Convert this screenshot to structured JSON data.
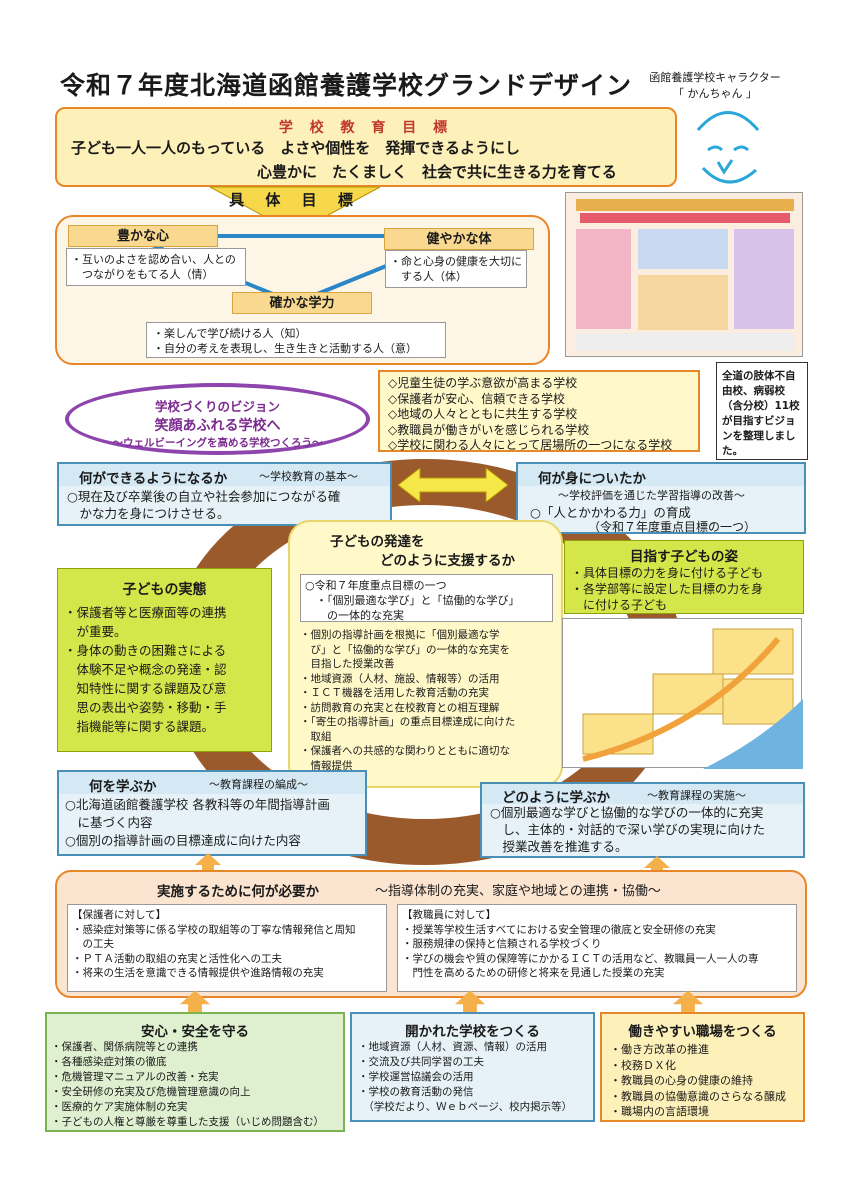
{
  "title": "令和７年度北海道函館養護学校グランドデザイン",
  "character": {
    "line1": "函館養護学校キャラクター",
    "line2": "「 かんちゃん 」"
  },
  "school_goal": {
    "heading": "学 校 教 育 目 標",
    "line1": "子ども一人一人のもっている　よさや個性を　発揮できるようにし",
    "line2": "心豊かに　たくましく　社会で共に生きる力を育てる"
  },
  "concrete_goals": {
    "heading": "具 体 目 標",
    "yutaka": {
      "label": "豊かな心",
      "text": "・互いのよさを認め合い、人との\n　つながりをもてる人（情）"
    },
    "sukoyaka": {
      "label": "健やかな体",
      "text": "・命と心身の健康を大切に\n　する人（体）"
    },
    "tashika": {
      "label": "確かな学力",
      "text": "・楽しんで学び続ける人（知）\n・自分の考えを表現し、生き生きと活動する人（意）"
    }
  },
  "vision": {
    "label": "学校づくりのビジョン",
    "main": "笑顔あふれる学校へ",
    "sub": "～ウェルビーイングを高める学校つくろう～",
    "items": [
      "◇児童生徒の学ぶ意欲が高まる学校",
      "◇保護者が安心、信頼できる学校",
      "◇地域の人々とともに共生する学校",
      "◇教職員が働きがいを感じられる学校",
      "◇学校に関わる人々にとって居場所の一つになる学校"
    ]
  },
  "note": "全道の肢体不自由校、病弱校（含分校）11校が目指すビジョンを整理しました。",
  "what_can_do": {
    "head": "何ができるようになるか",
    "sub": "～学校教育の基本～",
    "body": "○現在及び卒業後の自立や社会参加につながる確\n　かな力を身につけさせる。"
  },
  "what_acquired": {
    "head": "何が身についたか",
    "sub": "～学校評価を通じた学習指導の改善～",
    "body": "○「人とかかわる力」の育成",
    "body2": "（令和７年度重点目標の一つ）"
  },
  "child_reality": {
    "head": "子どもの実態",
    "body": "・保護者等と医療面等の連携\n　が重要。\n・身体の動きの困難さによる\n　体験不足や概念の発達・認\n　知特性に関する課題及び意\n　思の表出や姿勢・移動・手\n　指機能等に関する課題。"
  },
  "support": {
    "head1": "子どもの発達を",
    "head2": "どのように支援するか",
    "priority": "○令和７年度重点目標の一つ\n　・「個別最適な学び」と「協働的な学び」\n　　の一体的な充実",
    "body": "・個別の指導計画を根拠に「個別最適な学\n　び」と「協働的な学び」の一体的な充実を\n　目指した授業改善\n・地域資源（人材、施設、情報等）の活用\n・ＩＣＴ機器を活用した教育活動の充実\n・訪問教育の充実と在校教育との相互理解\n・「寄生の指導計画」の重点目標達成に向けた\n　取組\n・保護者への共感的な関わりとともに適切な\n　情報提供"
  },
  "aim_child": {
    "head": "目指す子どもの姿",
    "body": "・具体目標の力を身に付ける子ども\n・各学部等に設定した目標の力を身\n　に付ける子ども"
  },
  "what_learn": {
    "head": "何を学ぶか",
    "sub": "～教育課程の編成～",
    "body": "○北海道函館養護学校 各教科等の年間指導計画\n　に基づく内容\n○個別の指導計画の目標達成に向けた内容"
  },
  "how_learn": {
    "head": "どのように学ぶか",
    "sub": "～教育課程の実施～",
    "body": "○個別最適な学びと協働的な学びの一体的に充実\n　し、主体的・対話的で深い学びの実現に向けた\n　授業改善を推進する。"
  },
  "needed": {
    "head": "実施するために何が必要か",
    "sub": "～指導体制の充実、家庭や地域との連携・協働～",
    "parents": "【保護者に対して】\n・感染症対策等に係る学校の取組等の丁寧な情報発信と周知\n　の工夫\n・ＰＴＡ活動の取組の充実と活性化への工夫\n・将来の生活を意識できる情報提供や進路情報の充実",
    "staff": "【教職員に対して】\n・授業等学校生活すべてにおける安全管理の徹底と安全研修の充実\n・服務規律の保持と信頼される学校づくり\n・学びの機会や質の保障等にかかるＩＣＴの活用など、教職員一人一人の専\n　門性を高めるための研修と将来を見通した授業の充実"
  },
  "safety": {
    "head": "安心・安全を守る",
    "body": "・保護者、関係病院等との連携\n・各種感染症対策の徹底\n・危機管理マニュアルの改善・充実\n・安全研修の充実及び危機管理意識の向上\n・医療的ケア実施体制の充実\n・子どもの人権と尊厳を尊重した支援（いじめ問題含む）"
  },
  "open_school": {
    "head": "開かれた学校をつくる",
    "body": "・地域資源（人材、資源、情報）の活用\n・交流及び共同学習の工夫\n・学校運営協議会の活用\n・学校の教育活動の発信\n　（学校だより、Ｗｅｂページ、校内掲示等）"
  },
  "workplace": {
    "head": "働きやすい職場をつくる",
    "body": "・働き方改革の推進\n・校務ＤＸ化\n・教職員の心身の健康の維持\n・教職員の協働意識のさらなる醸成\n・職場内の言語環境"
  },
  "colors": {
    "orange": "#e8872a",
    "blue": "#4a8fb5",
    "purple": "#8e44ad",
    "brown": "#9a5a2c",
    "lime": "#d5e64a"
  }
}
